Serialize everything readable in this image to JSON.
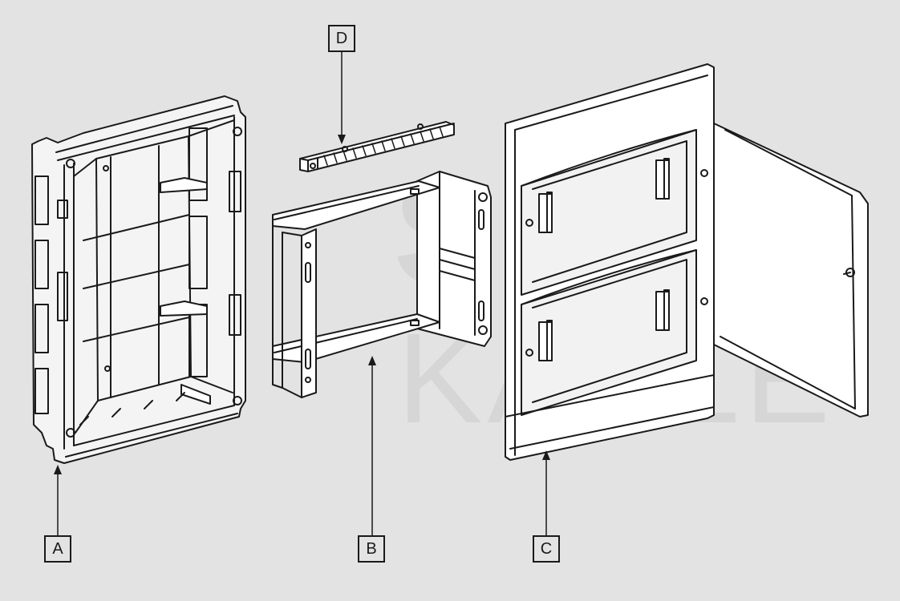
{
  "labels": {
    "a": "A",
    "b": "B",
    "c": "C",
    "d": "D"
  },
  "watermark": {
    "line1": "SPEC",
    "line2": "KABLE"
  },
  "colors": {
    "background": "#e3e3e3",
    "line": "#1a1a1a",
    "part_fill": "#ffffff",
    "watermark": "#d6d6d6"
  }
}
